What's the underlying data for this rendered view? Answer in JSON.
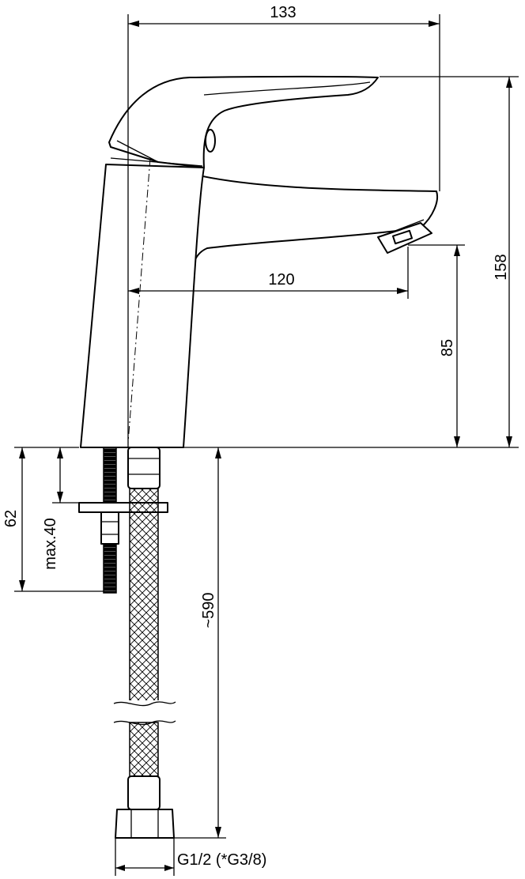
{
  "dimensions": {
    "overall_width": "133",
    "overall_height": "158",
    "spout_reach": "120",
    "spout_height": "85",
    "mount_depth": "62",
    "max_deck": "max.40",
    "hose_length": "~590",
    "connection_thread": "G1/2 (*G3/8)"
  },
  "colors": {
    "line": "#000000",
    "background": "#ffffff"
  }
}
